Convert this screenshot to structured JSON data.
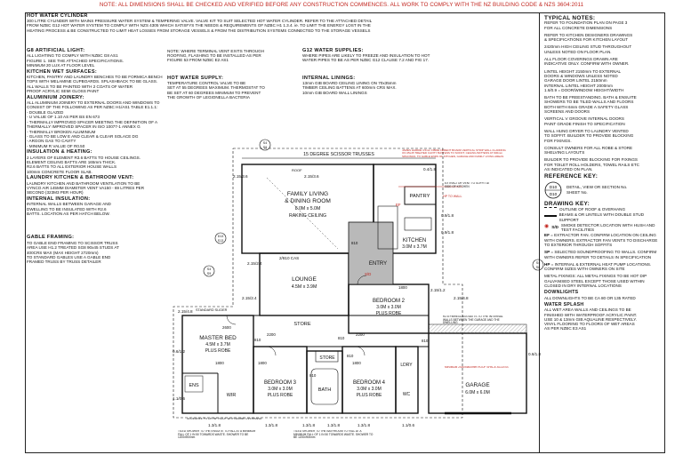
{
  "banner": "NOTE: ALL DIMENSIONS SHALL BE CHECKED AND VERIFIED BEFORE ANY CONSTRUCTION COMMENCES. ALL WORK TO COMPLY WITH THE NZ BUILDING CODE & NZS 3604:2011",
  "notes": {
    "hot_water_cylinder": {
      "title": "HOT WATER CYLINDER",
      "lines": [
        "300 LITRE CYLINDER WITH MAINS PRESSURE WATER SYSTEM & TEMPERING VALVE. VALVE KIT TO SUIT SELECTED HOT WATER CYLINDER. REFER TO THE ATTACHED DETAIL",
        "FROM NZBC G12 HOT WATER SYSTEM TO COMPLY WITH NZS 4305 WHICH SATISFYS THE NEEDS & REQUIREMENTS OF NZBC H1 1.3.4. ie. TO LIMIT THE ENERGY LOST IN THE",
        "HEATING PROCESS & BE CONSTRUCTED TO LIMIT HEAT LOSSES FROM STORAGE VESSELS & FROM THE DISTRIBUTION SYSTEMS CONNECTED TO THE STORAGE VESSELS"
      ]
    },
    "g8": {
      "title": "G8 ARTIFICIAL LIGHT:",
      "lines": [
        "ALL LIGHTING TO COMPLY WITH NZBC G8 AS1",
        "FIGURE 1. SEE THE ATTACHED SPECIFICATIONS.",
        "MINIMUM 20 LUX AT FLOOR LEVEL"
      ]
    },
    "vents": {
      "lines": [
        "NOTE: WHERE TERMINAL VENT EXITS THROUGH",
        "ROOFING, FLASHING TO BE INSTALLED AS PER",
        "FIGURE 53 FROM NZBC E2 AS1"
      ]
    },
    "g12": {
      "title": "G12 WATER SUPPLIES:",
      "lines": [
        "WHERE PIPES ARE LIKELY TO FREEZE AND INSULATION TO HOT",
        "WATER PIPES TO BE AS PER NZBC G12 CLAUSE 7.2 AND FIG 17."
      ]
    },
    "kitchen_wet": {
      "title": "KITCHEN WET SURFACES:",
      "lines": [
        "KITCHEN, PANTRY AND LAUNDRY BENCHES TO BE FORMICA BENCH",
        "TOPS WITH MELAMINE CUPBOARDS. SPLASHBACK TO BE GLASS.",
        "ALL WALLS TO BE PAINTED WITH 2 COATS OF WATER",
        "PROOF ACRYLIC SEMI GLOSS PAINT"
      ]
    },
    "hot_water_supply": {
      "title": "HOT WATER SUPPLY:",
      "lines": [
        "TEMPERATURE CONTROL VALVE TO BE",
        "SET AT 55 DEGREES MAXIMUM. THERMOSTAT TO",
        "BE SET AT 60 DEGREES MINIMUM TO PREVENT",
        "THE GROWTH OF LEGIONELLA BACTERIA"
      ]
    },
    "internal_linings": {
      "title": "INTERNAL LININGS:",
      "lines": [
        "13mm GIB BOARD CEILING LINING ON 70x35mm",
        "TIMBER CEILING BATTENS AT 600mm CRS MAX.",
        "10mm GIB BOARD WALL LININGS"
      ]
    },
    "aluminium": {
      "title": "ALUMINIUM JOINERY:",
      "lines": [
        "ALL ALUMINIUM JOINERY TO EXTERNAL DOORS AND WINDOWS TO",
        "CONSIST OF THE FOLLOWING AS PER NZBC H1/AS1 TABLE E1.1.1:",
        "- DOUBLE GLAZED",
        "- U VALUE OF 1.10 AS PER BS EN 673",
        "- THERMALLY IMPROVED SPACER MEETING THE DEFINITION OF A",
        "  THERMALLY IMPROVED SPACER IN ISO 10077-1 ANNEX G",
        "- THERMALLY BROKEN ALUMINIUM",
        "- GLASS TO BE LOW E AND CLEAR & CLEAR SOLACE DG",
        "- ARGON GAS TO CAVITY",
        "- MINIMUM R VALUE OF R0.50"
      ]
    },
    "insulation_heating": {
      "title": "INSULATION & HEATING:",
      "lines": [
        "2 LAYERS OF ELEMENT R3.6 BATTS TO HOUSE CEILINGS.",
        "ELEMENT CEILING BATTS ARE 165mm THICK.",
        "R2.6 BATTS TO ALL EXTERIOR HOUSE WALLS",
        "100mm CONCRETE FLOOR SLAB."
      ]
    },
    "laundry_vent": {
      "title": "LAUNDRY KITCHEN & BATHROOM VENT:",
      "lines": [
        "LAUNDRY KITCHEN AND BATHROOM VENTILATION TO BE",
        "VYNCO AIR 145MM DIAMETER VENT VA150 - 69 LITRES PER",
        "SECOND (323M3 PER HOUR)"
      ]
    },
    "internal_insulation": {
      "title": "INTERNAL INSULATION:",
      "lines": [
        "INTERNAL WALLS BETWEEN GARAGE AND",
        "DWELLING TO BE INSULATED WITH R2.6",
        "BATTS. LOCATION AS PER HATCH BELOW."
      ]
    },
    "gable": {
      "title": "GABLE FRAMING:",
      "lines": [
        "TO GABLE END FRAMING TO SCISSOR TRUSS",
        "AREA USE H1.2 TREATED SG8 90x45 STUDS AT",
        "400CRS MAX (MAX HEIGHT 2720mm)",
        "TO STANDARD GABLES USE A GABLE END",
        "FRAMED TRUSS BY TRUSS DETAILER"
      ]
    }
  },
  "typical_notes": {
    "title": "TYPICAL NOTES:",
    "blocks": [
      [
        "REFER TO FOUNDATION PLAN ON PAGE 3",
        "FOR ALL CONCRETE DIMENSIONS"
      ],
      [
        "REFER TO KITCHEN DESIGNERS DRAWINGS",
        "& SPECIFICATIONS FOR KITCHEN LAYOUT"
      ],
      [
        "2420mm HIGH CEILING STUD THROUGHOUT",
        "UNLESS NOTED ON FLOOR PLAN."
      ],
      [
        "ALL FLOOR COVERINGS DRAWN ARE",
        "INDICATIVE ONLY. CONFIRM WITH OWNER."
      ],
      [
        "LINTEL HEIGHT 2150mm TO EXTERNAL",
        "DOORS & WINDOWS UNLESS NOTED",
        "GARAGE DOOR LINTEL 2150mm",
        "INTERNAL LINTEL HEIGHT 2000mm",
        "1.6/0.9 = DOOR/WINDOW HEIGHT/WIDTH"
      ],
      [
        "BATH TO BE FREESTANDING. BATH & ENSUITE",
        "SHOWERS TO BE TILED WALLS AND FLOORS",
        "BOTH WITH 6mm GRADE A SAFETY GLASS",
        "SCREENS AND DOORS"
      ],
      [
        "VERTICAL V GROOVE INTERNAL DOORS",
        "PAINT GRADE FINISH TO SPECIFICATION"
      ],
      [
        "WALL HUNG DRYER TO LAUNDRY VENTED",
        "TO SOFFIT. BUILDER TO PROVIDE BLOCKING",
        "FOR FIXINGS."
      ],
      [
        "CONSULT OWNERS FOR ALL ROBE & STORE",
        "SHELVING LAYOUTS"
      ],
      [
        "BUILDER TO PROVIDE BLOCKING FOR FIXINGS",
        "FOR TOILET ROLL HOLDERS, TOWEL RAILS ETC",
        "AS INDICATED ON PLAN."
      ]
    ]
  },
  "reference_key": {
    "title": "REFERENCE KEY:",
    "bubble_top": "D10",
    "bubble_bottom": "D10",
    "label": "DETAIL, VIEW OR SECTION No.",
    "sub": "SHEET No."
  },
  "drawing_key": {
    "title": "DRAWING KEY:",
    "items": [
      {
        "label": "OUTLINE OF ROOF & OVERHANG"
      },
      {
        "label": "BEAMS & OR LINTELS WITH DOUBLE STUD SUPPORT"
      },
      {
        "symbol": "S/D",
        "label": "SMOKE DETECTOR LOCATION WITH HUSH AND TEST FACILITIES"
      },
      {
        "symbol": "EF",
        "label": "= EXTRACTOR FAN. CONFIRM LOCATION ON CEILING WITH OWNERS. EXTRACTOR FAN VENTS TO DISCHARGE TO EXTERIOR THROUGH SOFFITS"
      },
      {
        "symbol": "SP",
        "label": "= SELECTED SOUNDPROOFING TO WALLS. CONFIRM WITH OWNERS REFER TO DETAILS IN SPECIFICATION"
      },
      {
        "symbol": "HP",
        "label": "= INTERNAL & EXTERNAL HEAT PUMP LOCATIONS. CONFIRM SIZES WITH OWNERS ON SITE"
      },
      {
        "label": "METAL FIXINGS: ALL METAL FIXINGS TO BE HOT DIP GALVANISED STEEL EXCEPT THOSE USED WITHIN CLOSED IN DRY INTERNAL LOCATIONS"
      }
    ]
  },
  "downlights": {
    "title": "DOWNLIGHTS",
    "lines": [
      "ALL DOWNLIGHTS TO BE CA 80 OR 135 RATED"
    ]
  },
  "water_splash": {
    "title": "WATER SPLASH",
    "lines": [
      "ALL WET AREA WALLS AND CEILINGS TO BE",
      "FINISHED WITH WATERPROOF ACRYLIC PAINT.",
      "USE 10 & 13mm GIB AQUALINE RESPECTIVELY.",
      "VINYL FLOORING TO FLOORS OF WET AREAS",
      "AS PER NZBC E3 AS1"
    ]
  },
  "plan": {
    "scissor_trusses": "15 DEGREE SCISSOR TRUSSES",
    "rooms": {
      "family": {
        "name": "FAMILY LIVING",
        "name2": "& DINING ROOM",
        "size": "8.0M x 5.0M",
        "extra": "RAKING CEILING"
      },
      "pantry": "PANTRY",
      "kitchen": {
        "name": "KITCHEN",
        "size": "3.0M x 3.7M"
      },
      "entry": "ENTRY",
      "lounge": {
        "name": "LOUNGE",
        "size": "4.5M x 3.9M"
      },
      "bed2": {
        "name": "BEDROOM 2",
        "size": "3.0M x 3.0M",
        "extra": "PLUS ROBE"
      },
      "store_top": "STORE",
      "master": {
        "name": "MASTER BED",
        "size": "4.5M x 3.7M",
        "extra": "PLUS ROBE"
      },
      "wir": "WIR",
      "ens": "ENS",
      "bed3": {
        "name": "BEDROOM 3",
        "size": "3.0M x 3.0M",
        "extra": "PLUS ROBE"
      },
      "bath": "BATH",
      "store_mid": "STORE",
      "bed4": {
        "name": "BEDROOM 4",
        "size": "3.0M x 3.0M",
        "extra": "PLUS ROBE"
      },
      "ldry": "LDRY",
      "wc": "WC",
      "garage": {
        "name": "GARAGE",
        "size": "6.0M x 6.0M"
      }
    },
    "dims": {
      "d1": "2.15/3.6",
      "d2": "0.4/1.8",
      "d3": "0.9/1.8",
      "d4": "0.9/1.8",
      "d5": "2.15/2.4",
      "d6": "2/810 CAS",
      "d7": "2.15/1.2",
      "d8": "2.15/2.4",
      "d9": "2.15/4.8",
      "d10": "2.15/4.8",
      "d11": "1.3/1.8",
      "d12": "1.3/1.8",
      "d13": "1.3/1.8",
      "d14": "0.6/1.2",
      "d15": "1.1/0.6",
      "d16": "1.3/1.8",
      "d17": "1.3/1.8",
      "d18": "1.1/0.6",
      "d19": "0.6/1.8",
      "d20": "2.15/3.6"
    },
    "small_labels": {
      "roof_pitch": "ROOF",
      "ef": "EF",
      "sd": "S/D",
      "d810a": "810",
      "d810b": "810",
      "d810c": "810",
      "d810d": "810",
      "d810e": "810",
      "d810f": "810",
      "d2200a": "2200",
      "d2200b": "2200",
      "d1800a": "1800",
      "d1800b": "1800",
      "d1800c": "1800",
      "d1800d": "1800",
      "d2600": "2600",
      "std_slider": "STANDARD SLIDER",
      "sec_a": "S4",
      "sec_a2": "S9",
      "sec_b": "S4",
      "sec_b2": "S9",
      "sec_c": "D13",
      "sec_c2": "S13",
      "sec_d": "S4",
      "sec_d2": "S8"
    },
    "bottom_notes": {
      "ens_tile": "TILED SHOWER TO THE ENSUITE TO FALL AT A MINIMUM FALL OF 1 IN 50 TOWARDS WASTE. SHOWER TO BE 1200x900mm",
      "bath_tile": "TILED SHOWER TO THE BATHROOM TO FALL AT A MINIMUM FALL OF 1 IN 50 TOWARDS WASTE. SHOWER TO BE 1200x900mm",
      "garage_note": "MINIMUM 2400x4800mm ROOF SPACE ACCESS",
      "r26": "R2.6 FIBREGLASS BATTS TO THE INTERNAL WALLS BETWEEN THE GARAGE AND THE DWELLING",
      "std_slider2": "30 DEGREE PITCH HIP ROOF WITH 600mm OVERHANG",
      "red_note": "JAMES HARDIE 4.5mm FIBRE CEMENT BOARD VERTICAL STRIP WALL CLADDING ON 45x45 TREATED CAVITY BATTENS TO SOFFIT, CEILING BATTENS AT 600mm SPACINGS. TO GABLE ENDS OF KITCHEN, GARAGE AND FAMILY LIVING AREAS",
      "ext_vent": "EXTRACTOR VENT TO SOFFIT AT SIDE OF KITCHEN",
      "hp_note": "HP TO WALL"
    }
  },
  "colors": {
    "banner": "#c2261f",
    "hatch": "#b9b9b9",
    "ink": "#111111",
    "red_note": "#c2261f",
    "plan_grey": "#9c9c9c"
  }
}
